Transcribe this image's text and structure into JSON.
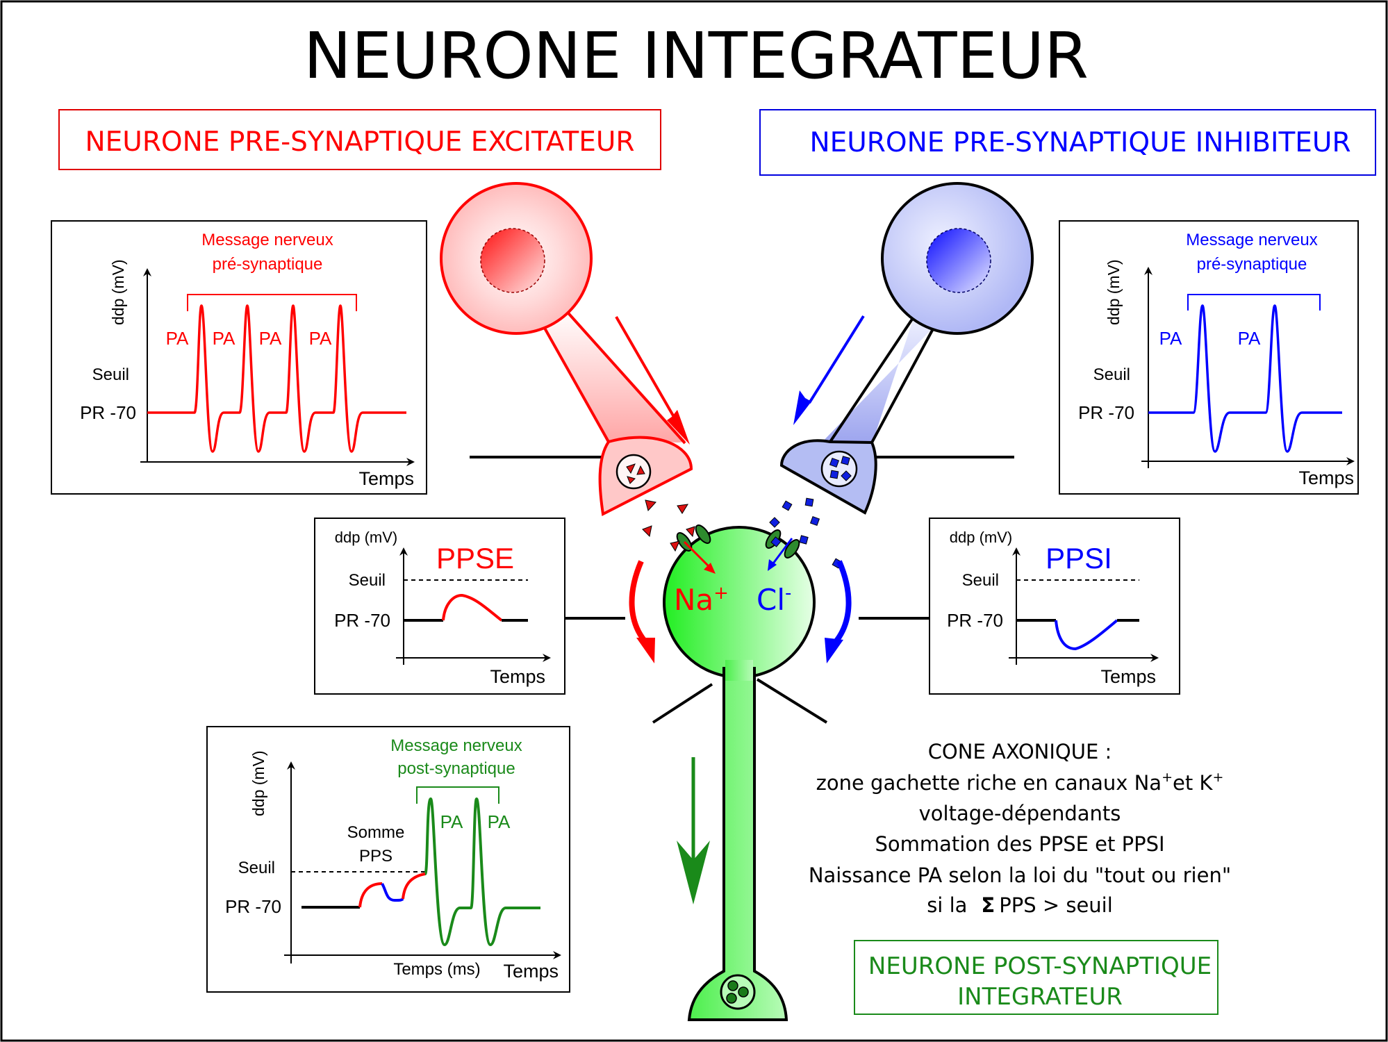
{
  "title": "NEURONE INTEGRATEUR",
  "colors": {
    "excitatory": "#ff0000",
    "inhibitory": "#0000ff",
    "postsynaptic": "#1a8a1a",
    "neuron_green": "#22ee22",
    "black": "#000000"
  },
  "headers": {
    "excitatory": "NEURONE PRE-SYNAPTIQUE EXCITATEUR",
    "inhibitory": "NEURONE PRE-SYNAPTIQUE INHIBITEUR",
    "postsynaptic_line1": "NEURONE POST-SYNAPTIQUE",
    "postsynaptic_line2": "INTEGRATEUR"
  },
  "graph_exc": {
    "title_line1": "Message nerveux",
    "title_line2": "pré-synaptique",
    "y_axis": "ddp (mV)",
    "threshold": "Seuil",
    "resting": "PR -70",
    "x_axis": "Temps",
    "spike_labels": [
      "PA",
      "PA",
      "PA",
      "PA"
    ]
  },
  "graph_inh": {
    "title_line1": "Message nerveux",
    "title_line2": "pré-synaptique",
    "y_axis": "ddp (mV)",
    "threshold": "Seuil",
    "resting": "PR -70",
    "x_axis": "Temps",
    "spike_labels": [
      "PA",
      "PA"
    ]
  },
  "graph_ppse": {
    "title": "PPSE",
    "y_axis": "ddp (mV)",
    "threshold": "Seuil",
    "resting": "PR -70",
    "x_axis": "Temps"
  },
  "graph_ppsi": {
    "title": "PPSI",
    "y_axis": "ddp (mV)",
    "threshold": "Seuil",
    "resting": "PR -70",
    "x_axis": "Temps"
  },
  "graph_post": {
    "title_line1": "Message nerveux",
    "title_line2": "post-synaptique",
    "y_axis": "ddp (mV)",
    "threshold": "Seuil",
    "resting": "PR -70",
    "sum_line1": "Somme",
    "sum_line2": "PPS",
    "x_axis_inner": "Temps (ms)",
    "x_axis": "Temps",
    "spike_labels": [
      "PA",
      "PA"
    ]
  },
  "ions": {
    "sodium": "Na",
    "sodium_charge": "+",
    "chloride": "Cl",
    "chloride_charge": "-"
  },
  "axon_cone": {
    "heading": "CONE AXONIQUE :",
    "line1_a": "zone gachette riche en canaux Na",
    "line1_sup1": "+",
    "line1_b": "et K",
    "line1_sup2": "+",
    "line2": "voltage-dépendants",
    "line3": "Sommation des PPSE et PPSI",
    "line4": "Naissance PA selon la loi du \"tout ou rien\"",
    "line5_a": "si la",
    "line5_sigma": "Σ",
    "line5_b": "PPS > seuil"
  }
}
